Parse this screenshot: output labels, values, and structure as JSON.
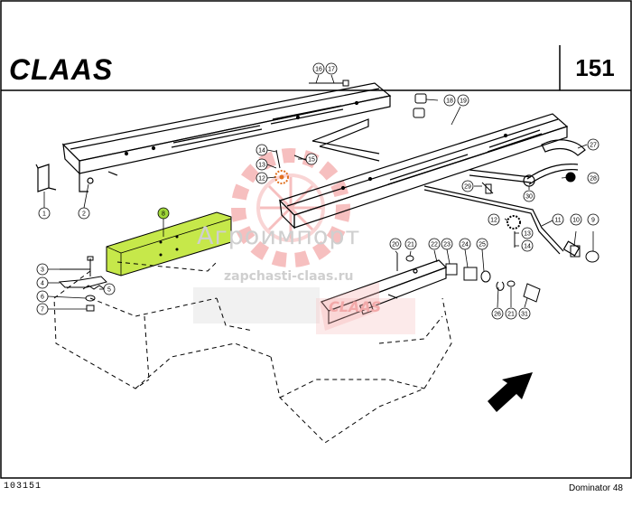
{
  "header": {
    "brand_logo_text": "CLAAS",
    "page_number": "151"
  },
  "footer": {
    "drawing_code": "103151",
    "model": "Dominator 48"
  },
  "watermark": {
    "main_text": "Агроимпорт",
    "url_text": "zapchasti-claas.ru",
    "logo_text": "CLAAS"
  },
  "callouts": [
    {
      "id": "c1",
      "label": "1"
    },
    {
      "id": "c2",
      "label": "2"
    },
    {
      "id": "c3",
      "label": "3"
    },
    {
      "id": "c4",
      "label": "4"
    },
    {
      "id": "c5",
      "label": "5"
    },
    {
      "id": "c6",
      "label": "6"
    },
    {
      "id": "c7",
      "label": "7"
    },
    {
      "id": "c8",
      "label": "8",
      "highlighted": true
    },
    {
      "id": "c9",
      "label": "9"
    },
    {
      "id": "c10",
      "label": "10"
    },
    {
      "id": "c11",
      "label": "11"
    },
    {
      "id": "c12a",
      "label": "12"
    },
    {
      "id": "c12b",
      "label": "12"
    },
    {
      "id": "c13a",
      "label": "13"
    },
    {
      "id": "c13b",
      "label": "13"
    },
    {
      "id": "c14a",
      "label": "14"
    },
    {
      "id": "c14b",
      "label": "14"
    },
    {
      "id": "c15",
      "label": "15"
    },
    {
      "id": "c16",
      "label": "16"
    },
    {
      "id": "c17",
      "label": "17"
    },
    {
      "id": "c18",
      "label": "18"
    },
    {
      "id": "c19",
      "label": "19"
    },
    {
      "id": "c20",
      "label": "20"
    },
    {
      "id": "c21a",
      "label": "21"
    },
    {
      "id": "c21b",
      "label": "21"
    },
    {
      "id": "c22",
      "label": "22"
    },
    {
      "id": "c23",
      "label": "23"
    },
    {
      "id": "c24",
      "label": "24"
    },
    {
      "id": "c25",
      "label": "25"
    },
    {
      "id": "c26",
      "label": "26"
    },
    {
      "id": "c27",
      "label": "27"
    },
    {
      "id": "c28",
      "label": "28"
    },
    {
      "id": "c29",
      "label": "29"
    },
    {
      "id": "c30",
      "label": "30"
    },
    {
      "id": "c31",
      "label": "31"
    }
  ],
  "colors": {
    "highlight_part": "#c6e84a",
    "highlight_callout": "#9fd63a",
    "watermark_red": "#f08c8c",
    "line": "#000000"
  }
}
